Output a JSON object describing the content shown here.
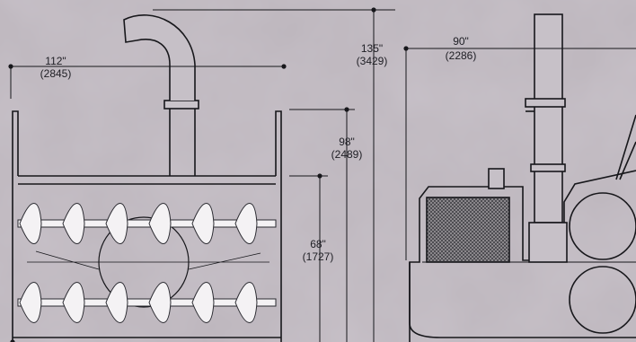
{
  "colors": {
    "background": "#b7b0b8",
    "line": "#17171b",
    "auger": "#f4f2f4",
    "hatch": "#444444"
  },
  "dimensions": {
    "width_side": {
      "inches": "112\"",
      "mm": "(2845)"
    },
    "height_total": {
      "inches": "135\"",
      "mm": "(3429)"
    },
    "width_end": {
      "inches": "90\"",
      "mm": "(2286)"
    },
    "height_hopper": {
      "inches": "98\"",
      "mm": "(2489)"
    },
    "height_auger": {
      "inches": "68\"",
      "mm": "(1727)"
    }
  }
}
